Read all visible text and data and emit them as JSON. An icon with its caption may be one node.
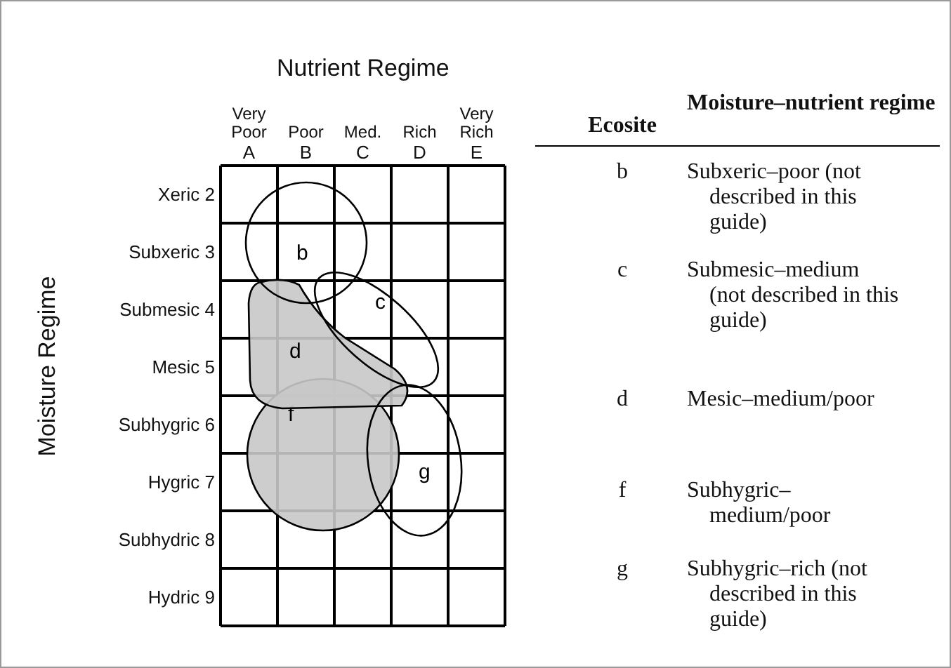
{
  "diagram": {
    "nodes": [
      {
        "text": [
          "b"
        ]
      },
      {
        "text": [
          "c"
        ]
      },
      {
        "text": [
          "d"
        ]
      },
      {
        "text": [
          "f"
        ]
      },
      {
        "text": [
          "g"
        ]
      }
    ],
    "edges": [],
    "labels": [
      "Nutrient Regime",
      "Very Poor",
      "Poor",
      "Med.",
      "Rich",
      "Very Rich",
      "A",
      "B",
      "C",
      "D",
      "E",
      "Moisture Regime",
      "Xeric 2",
      "Subxeric 3",
      "Submesic 4",
      "Mesic 5",
      "Subhygric 6",
      "Hygric 7",
      "Subhydric 8",
      "Hydric 9",
      "Ecosite",
      "Moisture–nutrient regime",
      "b",
      "Subxeric–poor (not described in this guide)",
      "c",
      "Submesic–medium (not described in this guide)",
      "d",
      "Mesic–medium/poor",
      "f",
      "Subhygric–medium/poor",
      "g",
      "Subhygric–rich (not described in this guide)"
    ]
  }
}
